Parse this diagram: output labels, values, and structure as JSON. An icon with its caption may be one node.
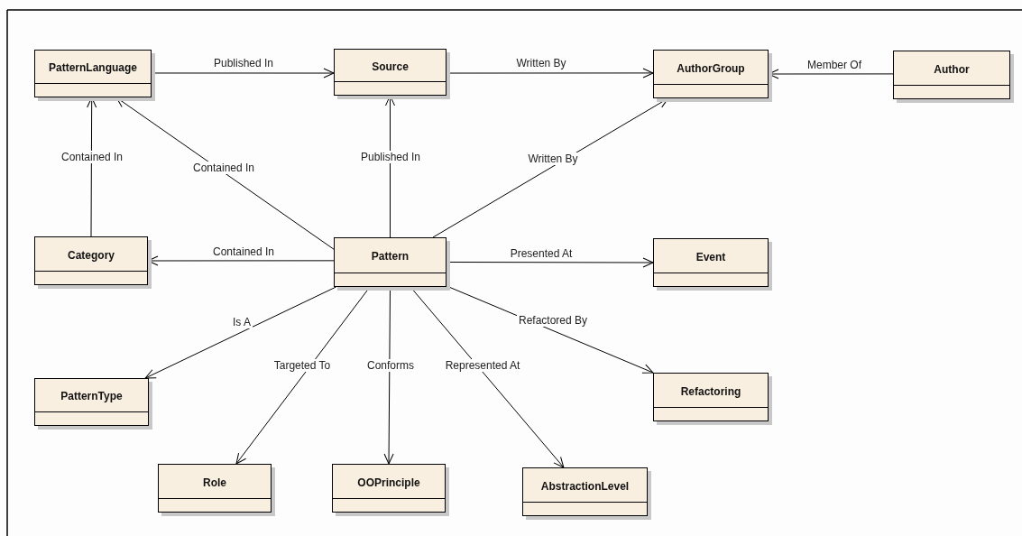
{
  "diagram": {
    "nodes": [
      {
        "text": [
          "PatternLanguage"
        ]
      },
      {
        "text": [
          "Source"
        ]
      },
      {
        "text": [
          "AuthorGroup"
        ]
      },
      {
        "text": [
          "Author"
        ]
      },
      {
        "text": [
          "Category"
        ]
      },
      {
        "text": [
          "Pattern"
        ]
      },
      {
        "text": [
          "Event"
        ]
      },
      {
        "text": [
          "PatternType"
        ]
      },
      {
        "text": [
          "Refactoring"
        ]
      },
      {
        "text": [
          "Role"
        ]
      },
      {
        "text": [
          "OOPrinciple"
        ]
      },
      {
        "text": [
          "AbstractionLevel"
        ]
      }
    ],
    "edges": [
      {
        "from": 0,
        "to": 1,
        "arrow": "to",
        "label": "Published In"
      },
      {
        "from": 1,
        "to": 2,
        "arrow": "to",
        "label": "Written By"
      },
      {
        "from": 3,
        "to": 2,
        "arrow": "to",
        "label": "Member Of"
      },
      {
        "from": 4,
        "to": 0,
        "arrow": "to",
        "label": "Contained In"
      },
      {
        "from": 5,
        "to": 0,
        "arrow": "to",
        "label": "Contained In"
      },
      {
        "from": 5,
        "to": 1,
        "arrow": "to",
        "label": "Published In"
      },
      {
        "from": 5,
        "to": 2,
        "arrow": "to",
        "label": "Written By"
      },
      {
        "from": 5,
        "to": 4,
        "arrow": "to",
        "label": "Contained In"
      },
      {
        "from": 5,
        "to": 6,
        "arrow": "to",
        "label": "Presented At"
      },
      {
        "from": 5,
        "to": 7,
        "arrow": "to",
        "label": "Is A"
      },
      {
        "from": 5,
        "to": 9,
        "arrow": "to",
        "label": "Targeted To"
      },
      {
        "from": 5,
        "to": 10,
        "arrow": "to",
        "label": "Conforms"
      },
      {
        "from": 5,
        "to": 11,
        "arrow": "to",
        "label": "Represented At"
      },
      {
        "from": 5,
        "to": 8,
        "arrow": "to",
        "label": "Refactored By"
      }
    ]
  }
}
